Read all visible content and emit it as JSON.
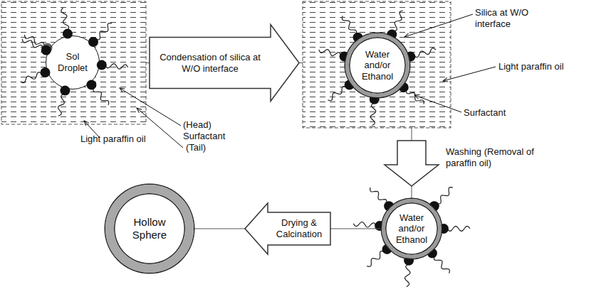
{
  "diagram": {
    "nodes": [
      {
        "text": [
          "Light paraffin oil"
        ]
      },
      {
        "text": [
          "Sol Droplet"
        ],
        "in": 0
      },
      {
        "text": [
          "Light paraffin oil"
        ]
      },
      {
        "text": [
          "Water and/or Ethanol"
        ],
        "in": 2
      },
      {
        "text": [
          "Water and/or Ethanol"
        ]
      },
      {
        "text": [
          "Hollow Sphere"
        ]
      }
    ],
    "edges": [
      {
        "from": 0,
        "to": 2,
        "arrow": "to",
        "label": "Condensation of silica at W/O interface"
      },
      {
        "from": 2,
        "to": 4,
        "arrow": "to",
        "label": "Washing (Removal of paraffin oil)"
      },
      {
        "from": 4,
        "to": 5,
        "arrow": "to",
        "label": "Drying & Calcination"
      }
    ],
    "labels": [
      "(Head)",
      "Surfactant",
      "(Tail)",
      "Silica at W/O interface",
      "Surfactant"
    ]
  }
}
